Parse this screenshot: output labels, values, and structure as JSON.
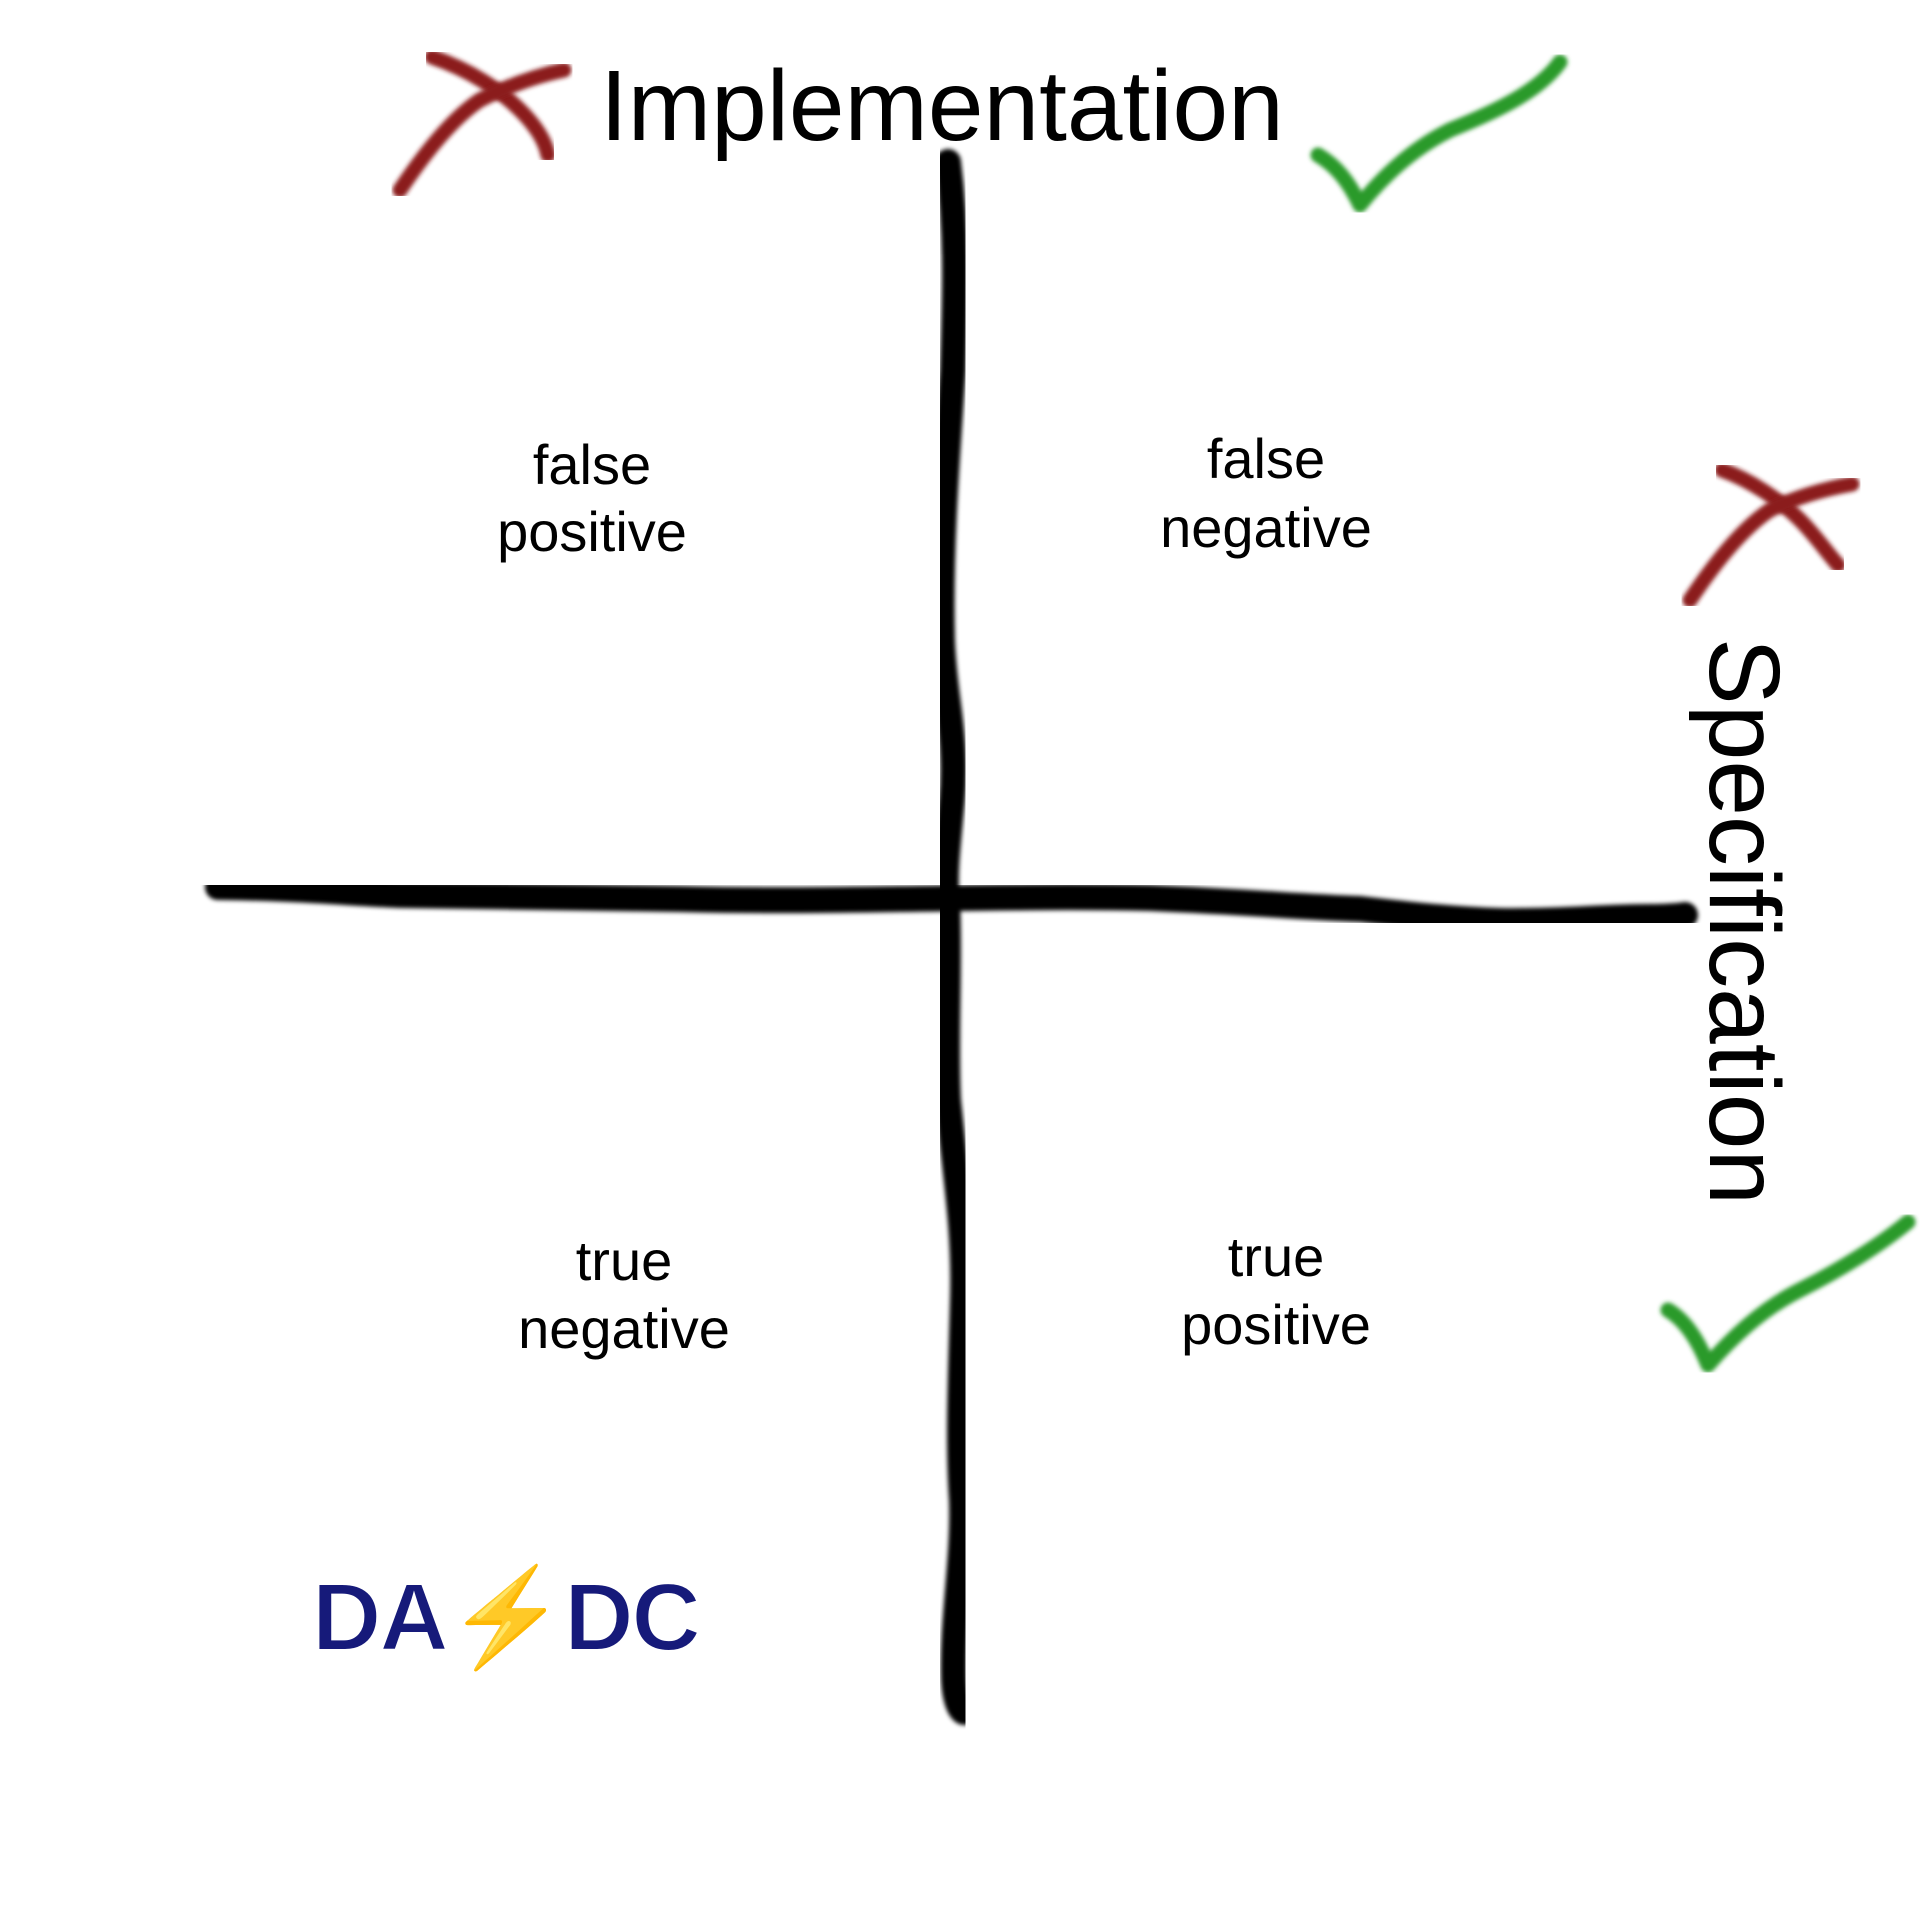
{
  "diagram": {
    "top_label": "Implementation",
    "right_label": "Specification",
    "quadrants": {
      "top_left": {
        "line1": "false",
        "line2": "positive"
      },
      "top_right": {
        "line1": "false",
        "line2": "negative"
      },
      "bottom_left": {
        "line1": "true",
        "line2": "negative"
      },
      "bottom_right": {
        "line1": "true",
        "line2": "positive"
      }
    },
    "marks": {
      "implementation_fail": "cross-mark-icon",
      "implementation_pass": "check-mark-icon",
      "specification_fail": "cross-mark-icon",
      "specification_pass": "check-mark-icon"
    },
    "logo": "DA⚡DC",
    "colors": {
      "cross": "#8b1f1f",
      "check": "#2a9a2a",
      "axis": "#000000",
      "logo": "#161a7a"
    }
  }
}
